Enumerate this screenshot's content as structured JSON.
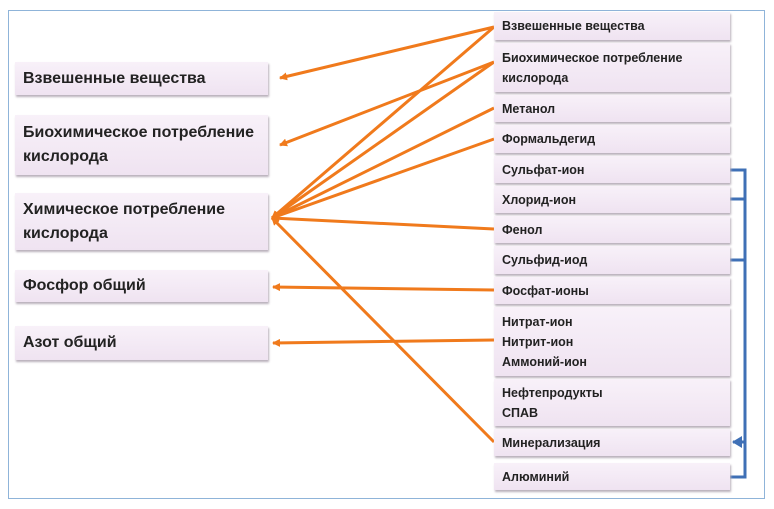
{
  "left_boxes": [
    "Взвешенные вещества",
    "Биохимическое потребление кислорода",
    "Химическое потребление кислорода",
    "Фосфор общий",
    "Азот общий"
  ],
  "right_boxes": [
    "Взвешенные вещества",
    "Биохимическое потребление кислорода",
    "Метанол",
    "Формальдегид",
    "Сульфат-ион",
    "Хлорид-ион",
    "Фенол",
    "Сульфид-иод",
    "Фосфат-ионы",
    "Нитрат-ион\nНитрит-ион\nАммоний-ион",
    "Нефтепродукты\nСПАВ",
    "Минерализация",
    "Алюминий"
  ],
  "colors": {
    "arrow": "#f07a1c",
    "bracket": "#3f70b6",
    "box": "#f3e8f4",
    "frame": "#8fb4d9"
  }
}
